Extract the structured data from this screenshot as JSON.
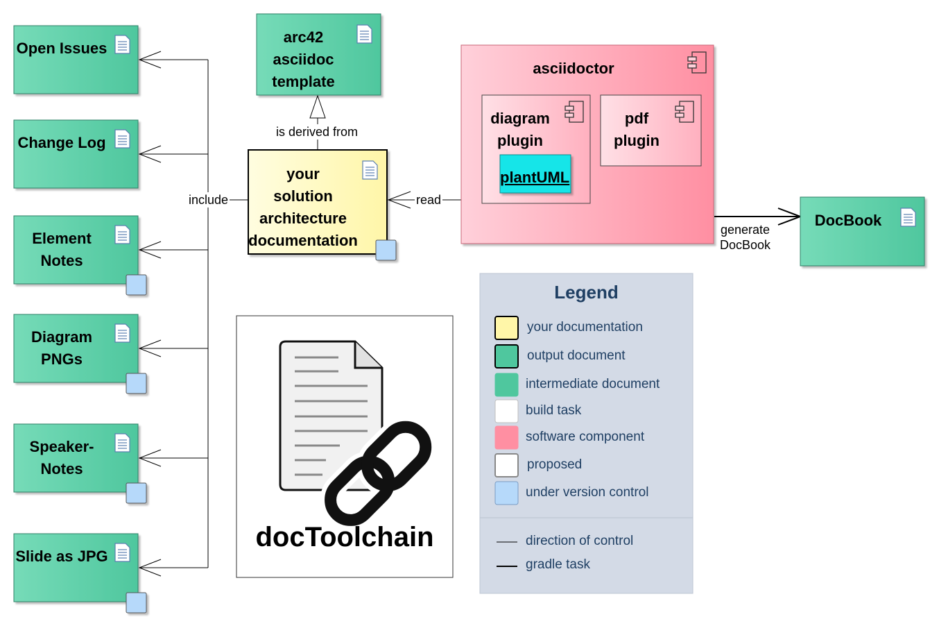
{
  "colors": {
    "output": "#4fc79e",
    "output_light": "#76dbb8",
    "documentation": "#fff6a8",
    "software": "#ff8fa2",
    "software_light": "#ffc3cf",
    "version_control": "#b6d9fa",
    "plantuml": "#13e5e8",
    "legend_bg": "#d3dae6",
    "legend_text": "#1f3f63"
  },
  "outputs": [
    {
      "label": "Open Issues",
      "vcs": false
    },
    {
      "label": "Change Log",
      "vcs": false
    },
    {
      "label": "Element\nNotes",
      "vcs": true
    },
    {
      "label": "Diagram\nPNGs",
      "vcs": true
    },
    {
      "label": "Speaker-\nNotes",
      "vcs": true
    },
    {
      "label": "Slide as JPG",
      "vcs": true
    }
  ],
  "nodes": {
    "template": "arc42\nasciidoc\ntemplate",
    "solution": "your\nsolution\narchitecture\ndocumentation",
    "asciidoctor": "asciidoctor",
    "diagram_plugin": "diagram\nplugin",
    "plantuml": "plantUML",
    "pdf_plugin": "pdf\nplugin",
    "docbook": "DocBook"
  },
  "edges": {
    "include": "include",
    "derived": "is derived from",
    "read": "read",
    "generate": "generate\nDocBook"
  },
  "logo": {
    "name": "docToolchain"
  },
  "legend": {
    "title": "Legend",
    "items": [
      {
        "label": "your documentation",
        "fill": "#fff6a8",
        "border": "#000000",
        "bold": true
      },
      {
        "label": "output document",
        "fill": "#4fc79e",
        "border": "#000000",
        "bold": true
      },
      {
        "label": "intermediate document",
        "fill": "#4fc79e",
        "border": "#4fc79e",
        "bold": false
      },
      {
        "label": "build task",
        "fill": "#ffffff",
        "border": "#bfbfbf",
        "bold": false
      },
      {
        "label": "software component",
        "fill": "#ff8fa2",
        "border": "#ff8fa2",
        "bold": false
      },
      {
        "label": "proposed",
        "fill": "#ffffff",
        "border": "#888888",
        "bold": true
      },
      {
        "label": "under version control",
        "fill": "#b6d9fa",
        "border": "#7a9cc4",
        "bold": false
      }
    ],
    "lines": [
      {
        "label": "direction of control"
      },
      {
        "label": "gradle task"
      }
    ]
  }
}
